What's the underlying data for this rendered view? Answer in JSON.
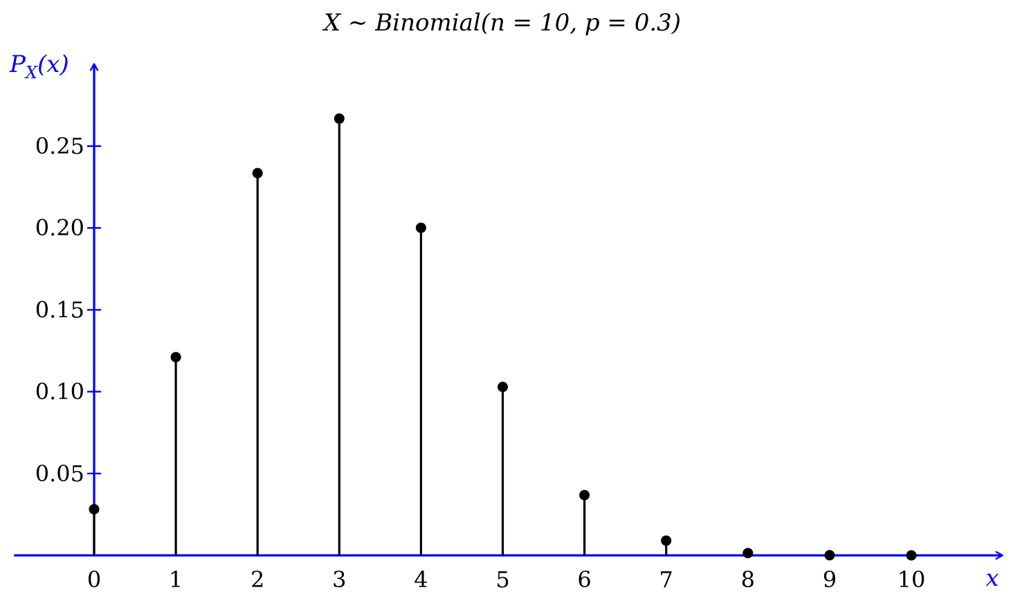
{
  "chart_data": {
    "type": "scatter",
    "style": "stem",
    "title": "X ∼ Binomial(n = 10, p = 0.3)",
    "xlabel": "x",
    "ylabel": "P_X(x)",
    "x": [
      0,
      1,
      2,
      3,
      4,
      5,
      6,
      7,
      8,
      9,
      10
    ],
    "values": [
      0.0282,
      0.1211,
      0.2335,
      0.2668,
      0.2001,
      0.1029,
      0.0368,
      0.009,
      0.0014,
      0.0001,
      0.0
    ],
    "x_ticks": [
      "0",
      "1",
      "2",
      "3",
      "4",
      "5",
      "6",
      "7",
      "8",
      "9",
      "10"
    ],
    "y_ticks": [
      0.05,
      0.1,
      0.15,
      0.2,
      0.25
    ],
    "y_tick_labels": [
      "0.05",
      "0.10",
      "0.15",
      "0.20",
      "0.25"
    ],
    "xlim": [
      -0.98,
      11.03
    ],
    "ylim": [
      0,
      0.29
    ],
    "grid": false,
    "legend": "none",
    "colors": {
      "axis": "#0000ff",
      "stem": "#000000",
      "marker": "#000000"
    }
  }
}
